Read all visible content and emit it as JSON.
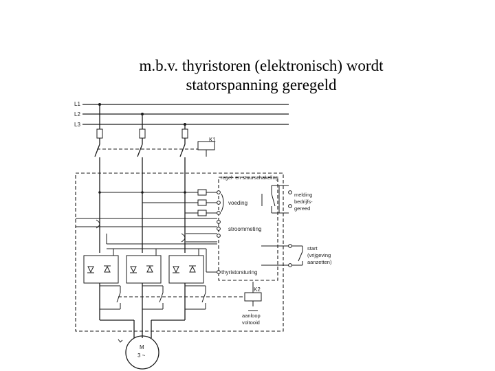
{
  "title": {
    "line1": "m.b.v. thyristoren (elektronisch) wordt",
    "line2": "statorspanning geregeld"
  },
  "diagram": {
    "phases": [
      "L1",
      "L2",
      "L3"
    ],
    "contactor_k1": "K1",
    "contactor_k2": "K2",
    "control_box_label": "regel- en stuurschakeling",
    "voeding": "voeding",
    "stroommeting": "stroommeting",
    "thyristorsturing": "thyristorsturing",
    "melding_lines": [
      "melding",
      "bedrijfs-",
      "gereed"
    ],
    "start_lines": [
      "start",
      "(vrijgeving",
      "aanzetten)"
    ],
    "aanloop_lines": [
      "aanloop",
      "voltooid"
    ],
    "motor_lines": [
      "M",
      "3 ~"
    ]
  }
}
